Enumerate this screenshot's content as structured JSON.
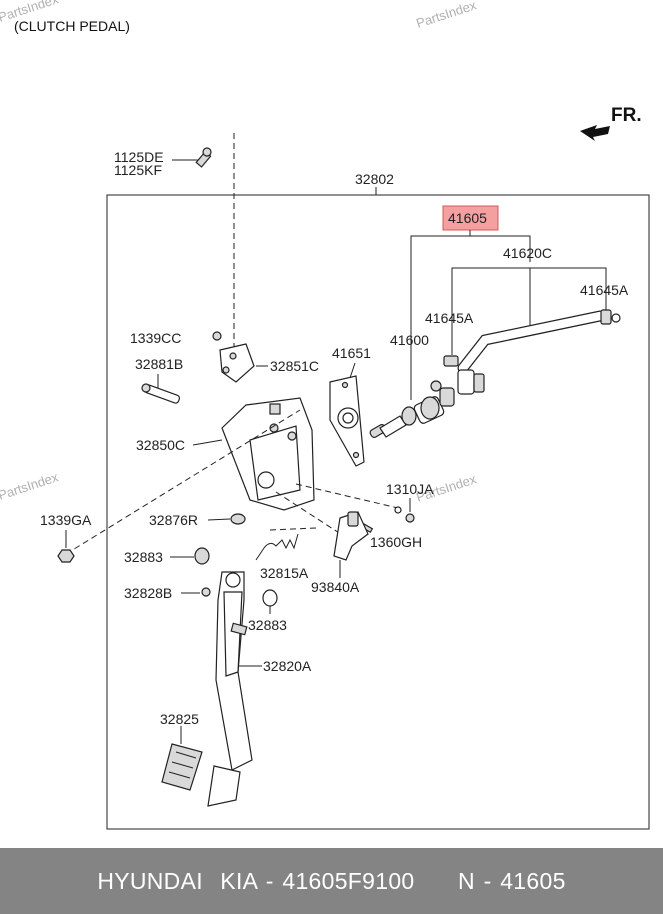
{
  "header": {
    "title": "(CLUTCH PEDAL)",
    "direction_label": "FR."
  },
  "watermark": "PartsIndex",
  "highlight_color": "#f4a0a0",
  "footer_text": "HYUNDAI  KIA - 41605F9100     N - 41605",
  "labels": {
    "l32802": "32802",
    "l41605": "41605",
    "l41620C": "41620C",
    "l41645A_right": "41645A",
    "l41645A_left": "41645A",
    "l41600": "41600",
    "l41651": "41651",
    "l1125DE": "1125DE",
    "l1125KF": "1125KF",
    "l1339CC": "1339CC",
    "l32881B": "32881B",
    "l32851C": "32851C",
    "l32850C": "32850C",
    "l1339GA": "1339GA",
    "l32876R": "32876R",
    "l1310JA": "1310JA",
    "l1360GH": "1360GH",
    "l32883_top": "32883",
    "l32815A": "32815A",
    "l93840A": "93840A",
    "l32828B": "32828B",
    "l32883_bottom": "32883",
    "l32820A": "32820A",
    "l32825": "32825"
  }
}
